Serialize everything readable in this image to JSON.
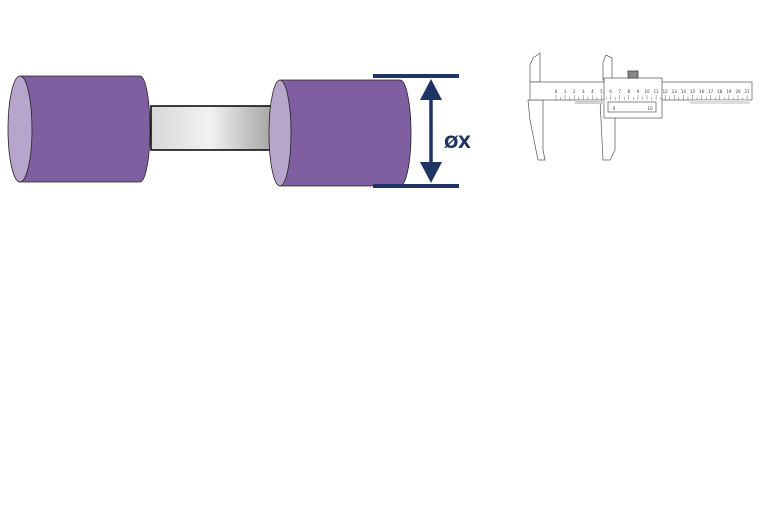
{
  "diagram": {
    "dimension_label": "ØX",
    "colors": {
      "cylinder_face": "#7F5FA0",
      "cylinder_end": "#B7A5CC",
      "shaft_light": "#F2F2F2",
      "shaft_dark": "#A6A6A6",
      "dimension": "#1F3464",
      "outline": "#222222"
    }
  },
  "caliper": {
    "main_scale_labels": [
      "0",
      "1",
      "2",
      "3",
      "4",
      "5",
      "6",
      "7",
      "8",
      "9",
      "10",
      "11",
      "12",
      "13",
      "14",
      "15",
      "16",
      "17",
      "18",
      "19",
      "20",
      "21"
    ],
    "vernier_labels": [
      "0",
      "10"
    ]
  }
}
